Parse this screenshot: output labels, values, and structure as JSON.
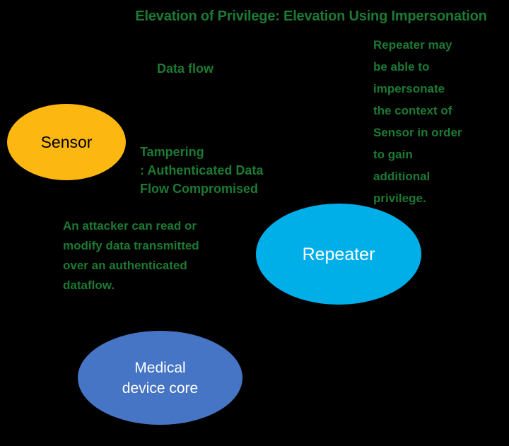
{
  "diagram": {
    "title": "Elevation of Privilege: Elevation Using Impersonation",
    "background_color": "#000000",
    "annotation_color": "#1C7A33",
    "nodes": [
      {
        "id": "sensor",
        "label": "Sensor",
        "fill_color": "#FCB711",
        "text_color": "#000000"
      },
      {
        "id": "repeater",
        "label": "Repeater",
        "fill_color": "#00AEE8",
        "text_color": "#FFFFFF"
      },
      {
        "id": "medical-device-core",
        "label": "Medical\ndevice core",
        "fill_color": "#4575C4",
        "text_color": "#FFFFFF"
      }
    ],
    "annotations": [
      {
        "id": "data-flow",
        "text": "Data flow"
      },
      {
        "id": "tampering-threat",
        "text": "Tampering\n: Authenticated Data\nFlow Compromised"
      },
      {
        "id": "attacker-description",
        "text": "An attacker can read or\nmodify data transmitted\nover an authenticated\ndataflow."
      },
      {
        "id": "impersonation-description",
        "text": "Repeater may\nbe able to\nimpersonate\nthe context of\nSensor in order\nto gain\nadditional\nprivilege."
      }
    ]
  }
}
